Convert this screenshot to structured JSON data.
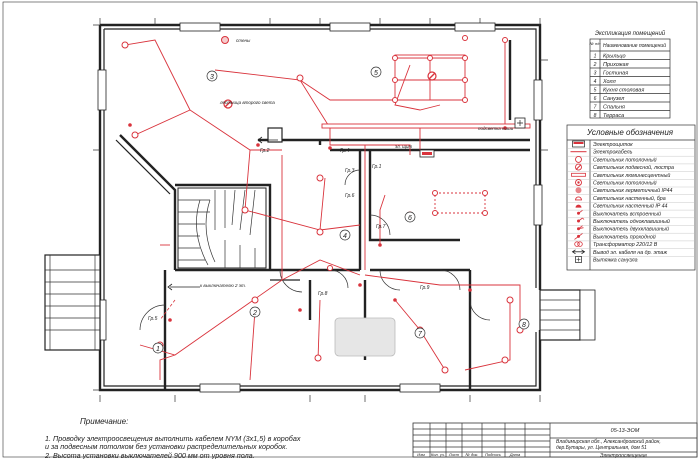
{
  "legend_rooms": {
    "title": "Экспликация помещений",
    "header_num": "№ п/п",
    "header_name": "Наименование помещений",
    "rows": [
      {
        "num": "1",
        "name": "Крыльцо"
      },
      {
        "num": "2",
        "name": "Прихожая"
      },
      {
        "num": "3",
        "name": "Гостиная"
      },
      {
        "num": "4",
        "name": "Холл"
      },
      {
        "num": "5",
        "name": "Кухня столовая"
      },
      {
        "num": "6",
        "name": "Санузел"
      },
      {
        "num": "7",
        "name": "Спальня"
      },
      {
        "num": "8",
        "name": "Терраса"
      }
    ]
  },
  "legend_symbols": {
    "title": "Условные обозначения",
    "items": [
      {
        "icon": "shield-icon",
        "label": "Электрощиток"
      },
      {
        "icon": "wire-line-icon",
        "label": "Электрокабель"
      },
      {
        "icon": "ceiling-lamp-icon",
        "label": "Светильник потолочный"
      },
      {
        "icon": "pendant-lamp-icon",
        "label": "Светильник подвесной, люстра"
      },
      {
        "icon": "fluorescent-lamp-icon",
        "label": "Светильник люминесцентный"
      },
      {
        "icon": "recessed-lamp-icon",
        "label": "Светильник потолочный"
      },
      {
        "icon": "sealed-lamp-icon",
        "label": "Светильник герметичный IP44"
      },
      {
        "icon": "wall-lamp-icon",
        "label": "Светильник настенный, бра"
      },
      {
        "icon": "wall-lamp-sealed-icon",
        "label": "Светильник настенный IP 44"
      },
      {
        "icon": "built-in-switch-icon",
        "label": "Выключатель встроенный"
      },
      {
        "icon": "single-switch-icon",
        "label": "Выключатель одноклавишный"
      },
      {
        "icon": "double-switch-icon",
        "label": "Выключатель двухклавишный"
      },
      {
        "icon": "pass-switch-icon",
        "label": "Выключатель проходной"
      },
      {
        "icon": "transformer-icon",
        "label": "Трансформатор 220/12 В"
      },
      {
        "icon": "cable-riser-icon",
        "label": "Вывод эл. кабеля на др. этаж"
      },
      {
        "icon": "extract-fan-icon",
        "label": "Вытяжка санузла"
      }
    ]
  },
  "room_numbers": [
    "1",
    "2",
    "3",
    "4",
    "5",
    "6",
    "7",
    "8"
  ],
  "plan_labels": {
    "lamp_note": "лестница второго света",
    "riser_note": "к выключателю 2 эт.",
    "shield_label": "эл. щит",
    "extract_note": "подсветка ниши",
    "switch_tag": "стены",
    "groups": [
      "Гр.1",
      "Гр.2",
      "Гр.3",
      "Гр.4",
      "Гр.5",
      "Гр.6",
      "Гр.7",
      "Гр.8",
      "Гр.9"
    ]
  },
  "notes": {
    "title": "Примечание:",
    "lines": [
      "1. Проводку электроосвещения выполнить кабелем NYM (3х1,5)    в коробах",
      "   и за подвесным   потолком без установки распределительных коробок.",
      "2. Высота установки выключателей 900 мм от уровня пола."
    ]
  },
  "title_block": {
    "code": "05-13-ЭОМ",
    "address_1": "Владимирская обл., Александровский район,",
    "address_2": "дер.Бутары, ул. Центральная, дом 51",
    "columns": [
      "Изм",
      "Кол. уч.",
      "Лист",
      "№ док.",
      "Подпись",
      "Дата"
    ],
    "sheet_title": "Электроосвещение"
  }
}
